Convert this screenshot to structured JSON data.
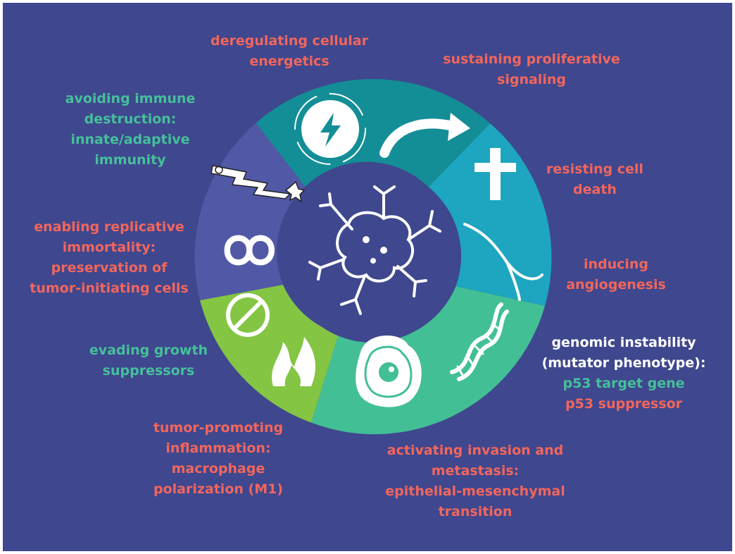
{
  "labels": {
    "energetics": [
      "deregulating cellular",
      "energetics"
    ],
    "proliferative": [
      "sustaining proliferative",
      "signaling"
    ],
    "immune": [
      "avoiding immune",
      "destruction:",
      "innate/adaptive",
      "immunity"
    ],
    "cell_death": [
      "resisting cell",
      "death"
    ],
    "immortality": [
      "enabling replicative",
      "immortality:",
      "preservation of",
      "tumor-initiating cells"
    ],
    "angiogenesis": [
      "inducing",
      "angiogenesis"
    ],
    "genomic": [
      "genomic instability",
      "(mutator phenotype):",
      "p53 target gene",
      "p53 suppressor"
    ],
    "growth": [
      "evading growth",
      "suppressors"
    ],
    "inflammation": [
      "tumor-promoting",
      "inflammation:",
      "macrophage",
      "polarization (M1)"
    ],
    "invasion": [
      "activating invasion and",
      "metastasis:",
      "epithelial-mesenchymal",
      "transition"
    ]
  },
  "colors": {
    "background": "#3f478e",
    "segment_teal_dark": "#138e96",
    "segment_teal_light": "#1ea5c0",
    "segment_seafoam": "#43bf95",
    "segment_lime": "#84c544",
    "segment_periwinkle": "#5158a6",
    "center": "#3f478e",
    "label_red": "#f2665c",
    "label_green": "#45c09a",
    "label_white": "#ffffff"
  },
  "icons": [
    "lightning-icon",
    "arrow-icon",
    "cross-icon",
    "vessel-icon",
    "dna-icon",
    "cell-icon",
    "flame-icon",
    "pill-icon",
    "infinity-icon",
    "syringe-icon",
    "tumor-icon"
  ]
}
